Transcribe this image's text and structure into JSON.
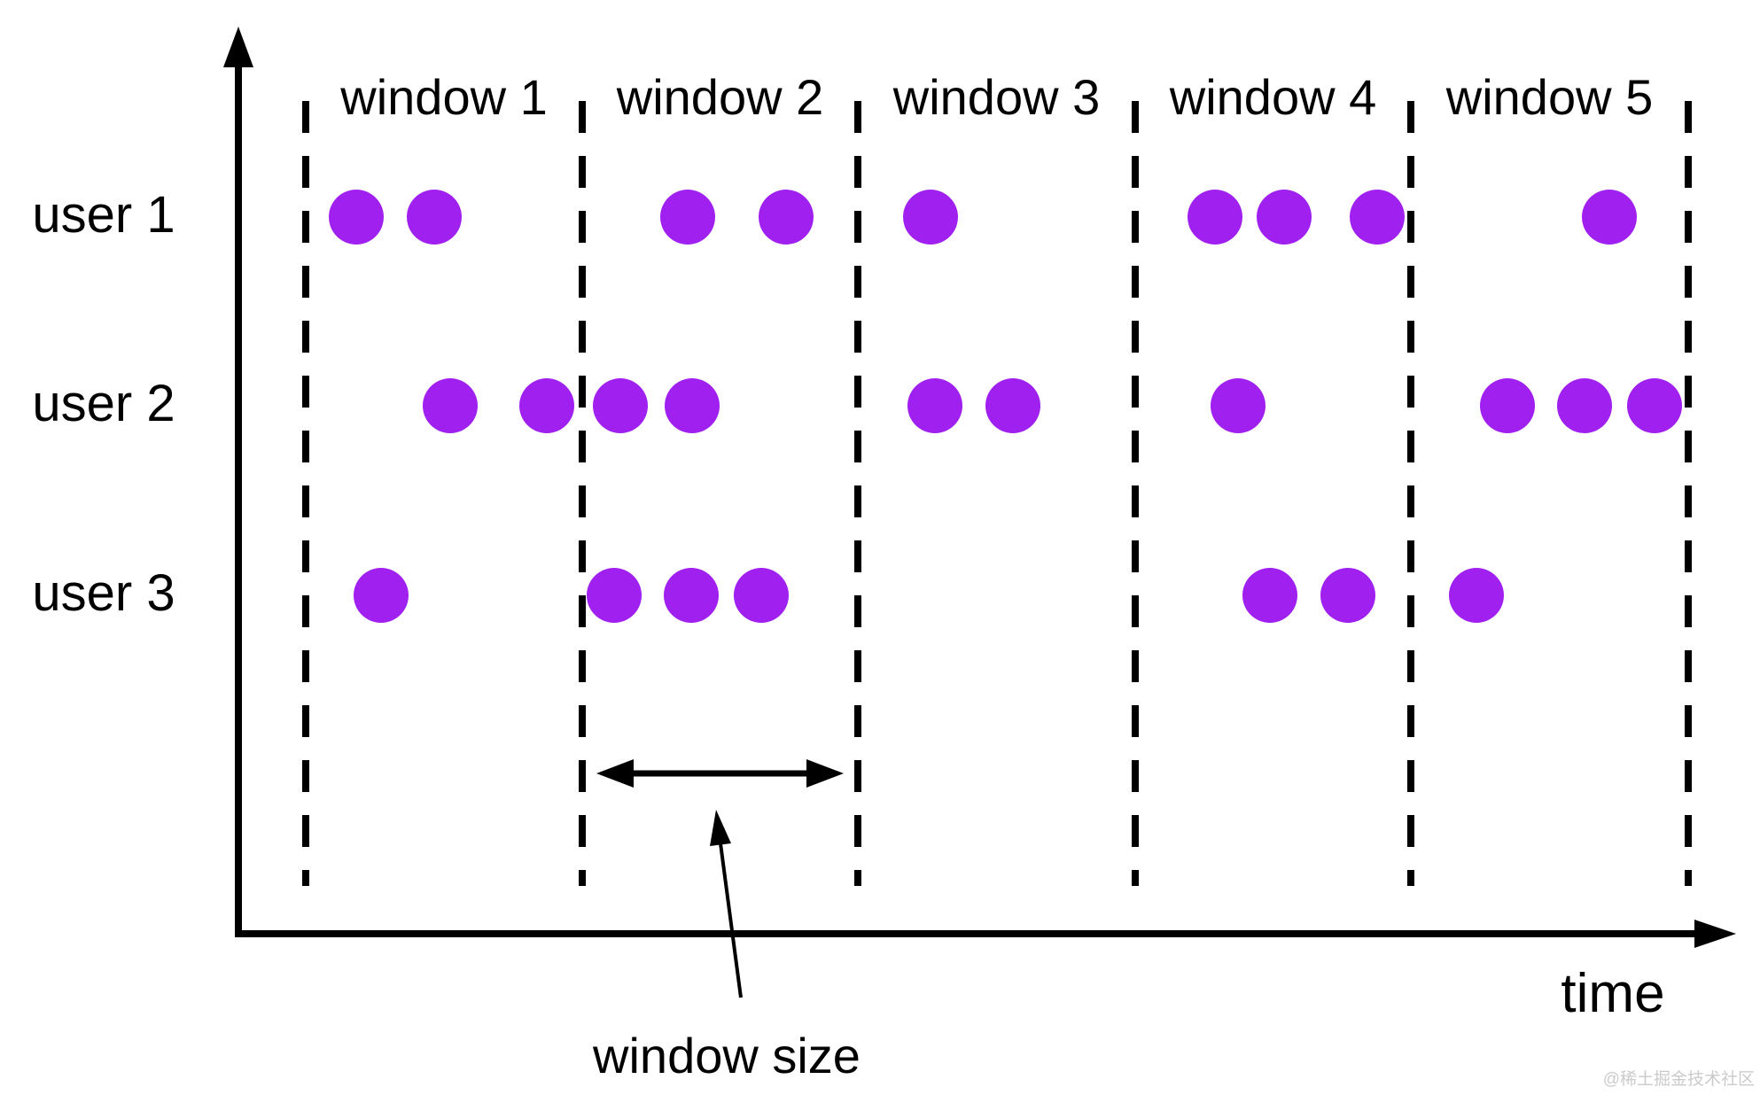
{
  "chart_data": {
    "type": "scatter",
    "title": "",
    "xlabel": "time",
    "ylabel": "",
    "grid": false,
    "legend": "none",
    "dot_color": "#A020F0",
    "axis_color": "#000000",
    "boundary_line_style": "dashed",
    "windows": [
      "window 1",
      "window 2",
      "window 3",
      "window 4",
      "window 5"
    ],
    "window_boundaries_x": [
      345,
      657,
      968,
      1281,
      1592,
      1905
    ],
    "series": [
      {
        "name": "user 1",
        "row_y": 245,
        "event_x": [
          402,
          490,
          776,
          887,
          1050,
          1371,
          1449,
          1554,
          1816
        ]
      },
      {
        "name": "user 2",
        "row_y": 458,
        "event_x": [
          508,
          617,
          700,
          781,
          1055,
          1143,
          1397,
          1701,
          1788,
          1867
        ]
      },
      {
        "name": "user 3",
        "row_y": 672,
        "event_x": [
          430,
          693,
          780,
          859,
          1433,
          1521,
          1666
        ]
      }
    ],
    "events_per_window": {
      "user 1": [
        2,
        2,
        1,
        3,
        1
      ],
      "user 2": [
        2,
        2,
        2,
        1,
        3
      ],
      "user 3": [
        1,
        3,
        0,
        2,
        1
      ]
    },
    "annotations": {
      "window_size": "window size",
      "window_size_arrow_window": "window 2"
    }
  },
  "watermark": "@稀土掘金技术社区"
}
